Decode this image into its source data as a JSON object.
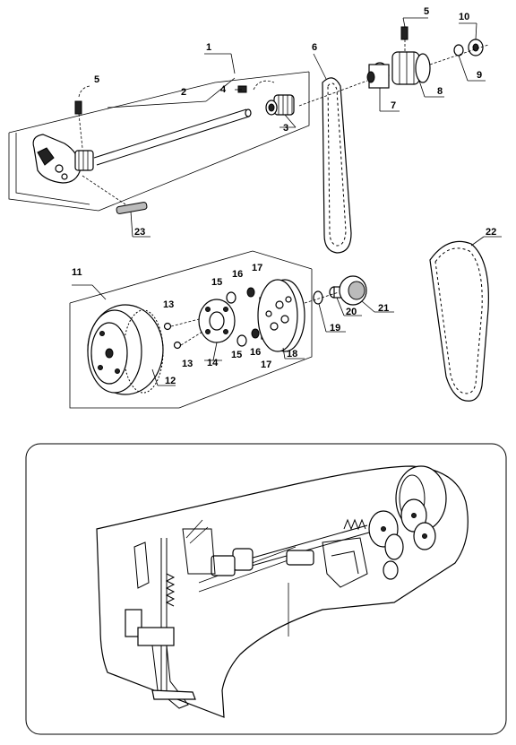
{
  "diagram": {
    "labels": [
      "1",
      "2",
      "3",
      "4",
      "5",
      "5",
      "6",
      "7",
      "8",
      "9",
      "10",
      "11",
      "12",
      "13",
      "13",
      "14",
      "15",
      "15",
      "16",
      "16",
      "17",
      "17",
      "18",
      "19",
      "20",
      "21",
      "22",
      "23"
    ]
  }
}
